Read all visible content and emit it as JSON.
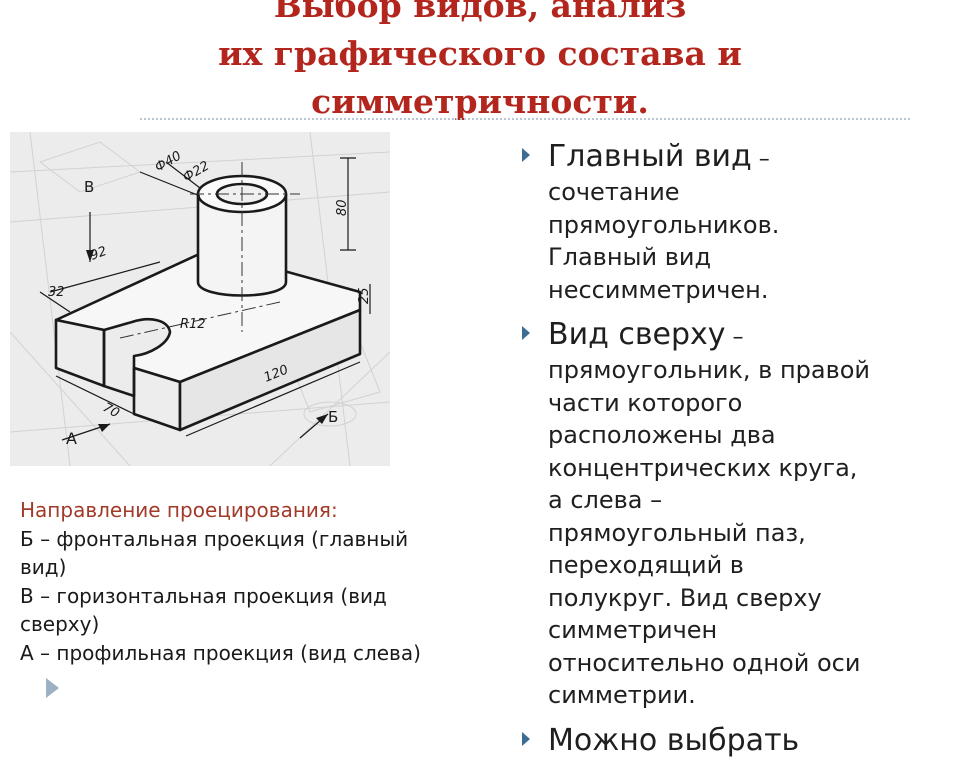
{
  "title": {
    "lines": [
      "Выбор видов, анализ",
      "их графического состава и",
      "симметричности."
    ],
    "color": "#b3261e"
  },
  "drawing": {
    "labels": {
      "dia40": "Ф40",
      "dia22": "Ф22",
      "h80": "80",
      "d92": "92",
      "d32": "32",
      "r12": "R12",
      "h25": "25",
      "l120": "120",
      "w70": "70",
      "dirB": "В",
      "dirA": "А",
      "dirBfront": "Б"
    }
  },
  "caption": {
    "heading": "Направление проецирования:",
    "lines": [
      "Б – фронтальная проекция (главный",
      "вид)",
      "В – горизонтальная проекция (вид",
      "сверху)",
      "А – профильная проекция (вид слева)"
    ],
    "heading_color": "#a23a2a"
  },
  "bullets": [
    {
      "lead": "Главный вид",
      "dash": " –",
      "body": [
        "сочетание",
        "прямоугольников.",
        "Главный вид",
        "нессимметричен."
      ]
    },
    {
      "lead": "Вид сверху",
      "dash": " –",
      "body": [
        "прямоугольник, в правой",
        "части которого",
        "расположены два",
        "концентрических круга,",
        "а слева –",
        "прямоугольный паз,",
        "переходящий в",
        "полукруг. Вид сверху",
        "симметричен",
        "относительно одной оси",
        "симметрии."
      ]
    },
    {
      "lead": "Можно выбрать",
      "dash": "",
      "body": []
    }
  ],
  "colors": {
    "accent_marker": "#3d6c93",
    "divider": "#b9c6d3",
    "nav_arrow": "#9db0c4"
  },
  "icons": {
    "bullet": "triangle-right-icon",
    "nav": "triangle-right-icon"
  }
}
